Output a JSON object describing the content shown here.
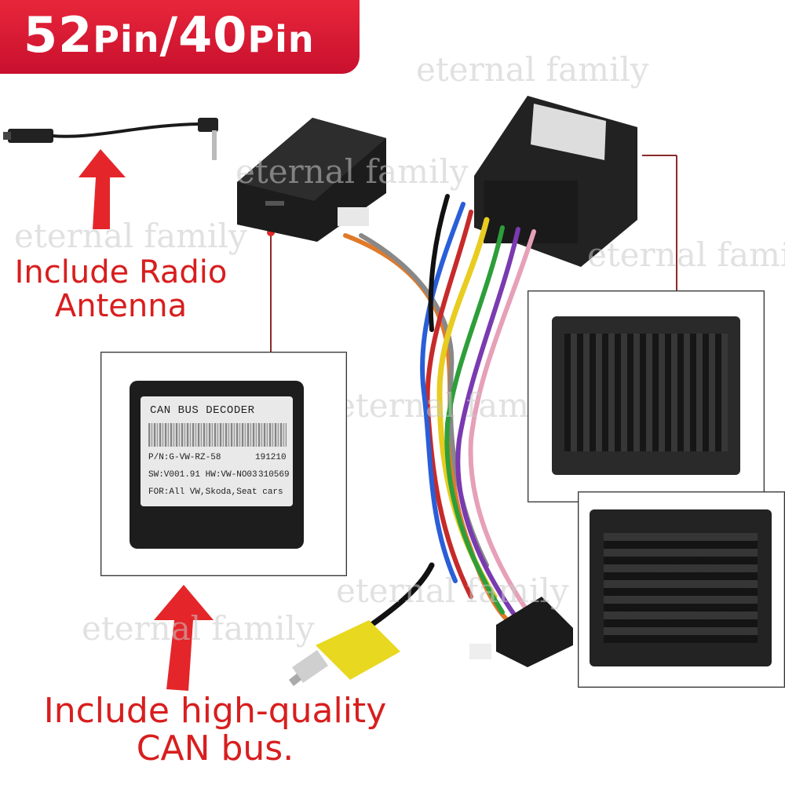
{
  "badge": {
    "main": "52",
    "pin1": "Pin",
    "slash": "/",
    "main2": "40",
    "pin2": "Pin"
  },
  "watermark": "eternal family",
  "callouts": {
    "antenna_line1": "Include Radio",
    "antenna_line2": "Antenna",
    "canbus_line1": "Include high-quality",
    "canbus_line2": "CAN bus."
  },
  "decoder": {
    "title": "CAN BUS DECODER",
    "pn": "P/N:G-VW-RZ-58",
    "pn_code": "191210",
    "sw": "SW:V001.91 HW:VW-NO03",
    "sw_code": "310569",
    "for": "FOR:All VW,Skoda,Seat cars"
  },
  "colors": {
    "accent_red": "#d81e1e",
    "badge_red": "#c8102e"
  }
}
